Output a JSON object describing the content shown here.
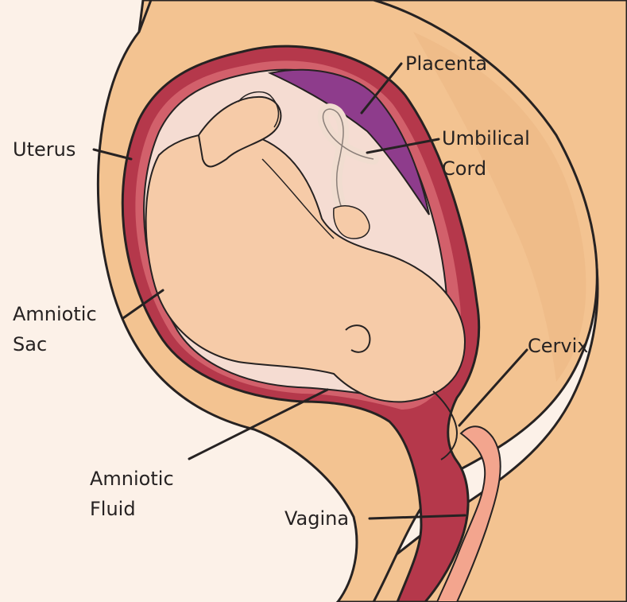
{
  "labels": {
    "placenta": "Placenta",
    "umbilical_line1": "Umbilical",
    "umbilical_line2": "Cord",
    "uterus": "Uterus",
    "amniotic_sac_line1": "Amniotic",
    "amniotic_sac_line2": "Sac",
    "cervix": "Cervix",
    "amniotic_fluid_line1": "Amniotic",
    "amniotic_fluid_line2": "Fluid",
    "vagina": "Vagina"
  },
  "colors": {
    "background": "#fcf1e8",
    "body_skin": "#f3c391",
    "body_shadow": "#e9b07b",
    "uterus_wall": "#b5384b",
    "uterus_inner": "#d2606b",
    "amniotic_fluid": "#f5dcd2",
    "fetus_skin": "#f6cba8",
    "placenta": "#8e3c8c",
    "cord": "#f1ddd0",
    "vagina": "#f3a58e",
    "outline": "#262222"
  }
}
